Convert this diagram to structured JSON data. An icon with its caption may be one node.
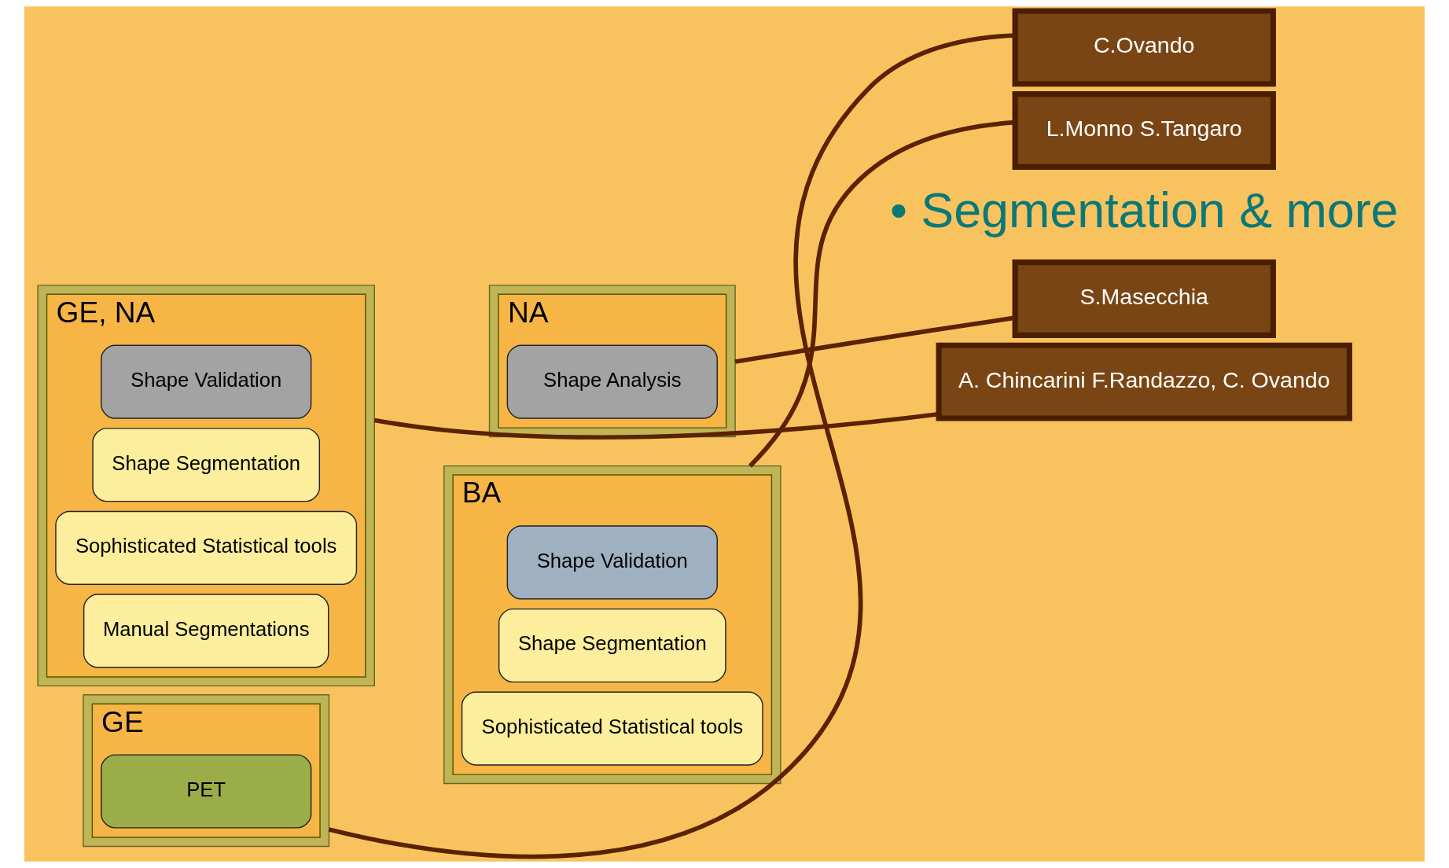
{
  "diagram": {
    "nodes": [
      {
        "text": [],
        "shape": "box"
      },
      {
        "text": [
          "GE, NA"
        ],
        "in": 0
      },
      {
        "text": [
          "Shape Validation"
        ],
        "in": 1
      },
      {
        "text": [
          "Shape Segmentation"
        ],
        "in": 1
      },
      {
        "text": [
          "Sophisticated Statistical tools"
        ],
        "in": 1
      },
      {
        "text": [
          "Manual Segmentations"
        ],
        "in": 1
      },
      {
        "text": [],
        "shape": "box"
      },
      {
        "text": [
          "GE"
        ],
        "in": 6
      },
      {
        "text": [
          "PET"
        ],
        "in": 7
      },
      {
        "text": [],
        "shape": "box"
      },
      {
        "text": [
          "NA"
        ],
        "in": 9
      },
      {
        "text": [
          "Shape Analysis"
        ],
        "in": 10
      },
      {
        "text": [],
        "shape": "box"
      },
      {
        "text": [
          "BA"
        ],
        "in": 12
      },
      {
        "text": [
          "Shape Validation"
        ],
        "in": 13
      },
      {
        "text": [
          "Shape Segmentation"
        ],
        "in": 13
      },
      {
        "text": [
          "Sophisticated Statistical tools"
        ],
        "in": 13
      },
      {
        "text": [
          "A. Chincarini F.Randazzo, C. Ovando"
        ]
      },
      {
        "text": [
          "S.Masecchia"
        ]
      },
      {
        "text": [
          "L.Monno S.Tangaro"
        ]
      },
      {
        "text": [
          "C.Ovando"
        ]
      }
    ],
    "edges": [
      {
        "from": 17,
        "to": 0,
        "arrow": "none"
      },
      {
        "from": 18,
        "to": 9,
        "arrow": "none"
      },
      {
        "from": 19,
        "to": 12,
        "arrow": "none"
      },
      {
        "from": 20,
        "to": 6,
        "arrow": "none"
      }
    ],
    "labels": [
      "• Segmentation & more"
    ]
  }
}
